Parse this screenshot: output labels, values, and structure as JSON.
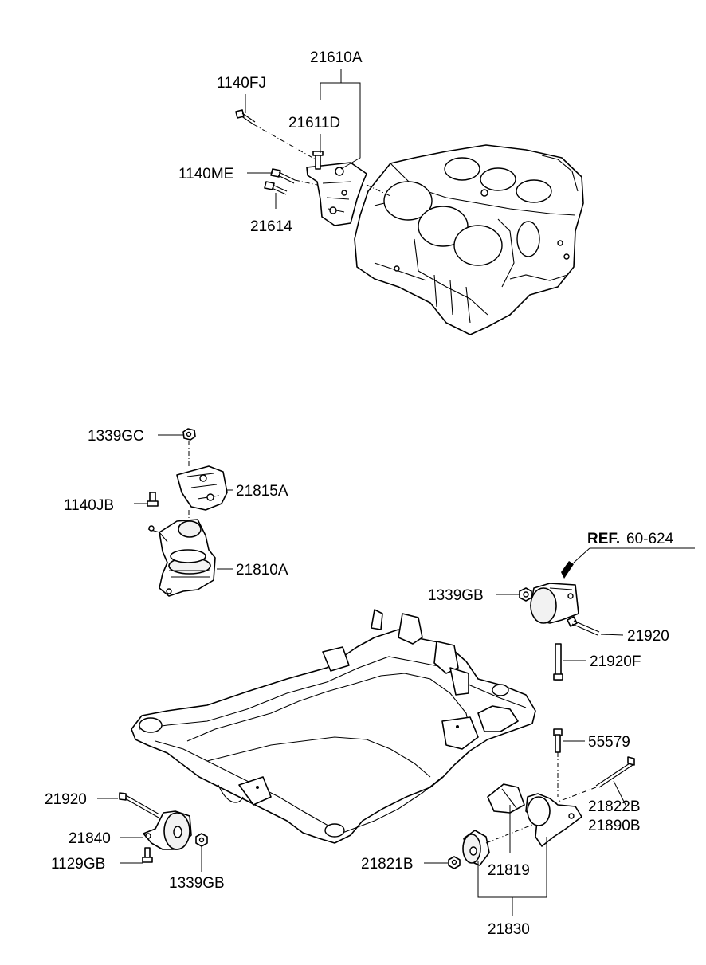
{
  "callouts": {
    "p21610A": "21610A",
    "p1140FJ": "1140FJ",
    "p21611D": "21611D",
    "p1140ME": "1140ME",
    "p21614": "21614",
    "p1339GC": "1339GC",
    "p21815A": "21815A",
    "p1140JB": "1140JB",
    "p21810A": "21810A",
    "ref_prefix": "REF.",
    "ref_number": "60-624",
    "p1339GB_top": "1339GB",
    "p21920_right": "21920",
    "p21920F": "21920F",
    "p55579": "55579",
    "p21822B": "21822B",
    "p21890B": "21890B",
    "p21920_left": "21920",
    "p21840": "21840",
    "p1129GB": "1129GB",
    "p1339GB_bottom": "1339GB",
    "p21821B": "21821B",
    "p21819": "21819",
    "p21830": "21830"
  },
  "icons": {
    "engine_block": "engine-block-icon",
    "bracket": "engine-mount-bracket-icon",
    "subframe": "front-subframe-crossmember-icon",
    "bolt": "bolt-icon",
    "nut": "nut-icon",
    "mount": "rubber-mount-icon",
    "bushing": "bushing-icon"
  }
}
